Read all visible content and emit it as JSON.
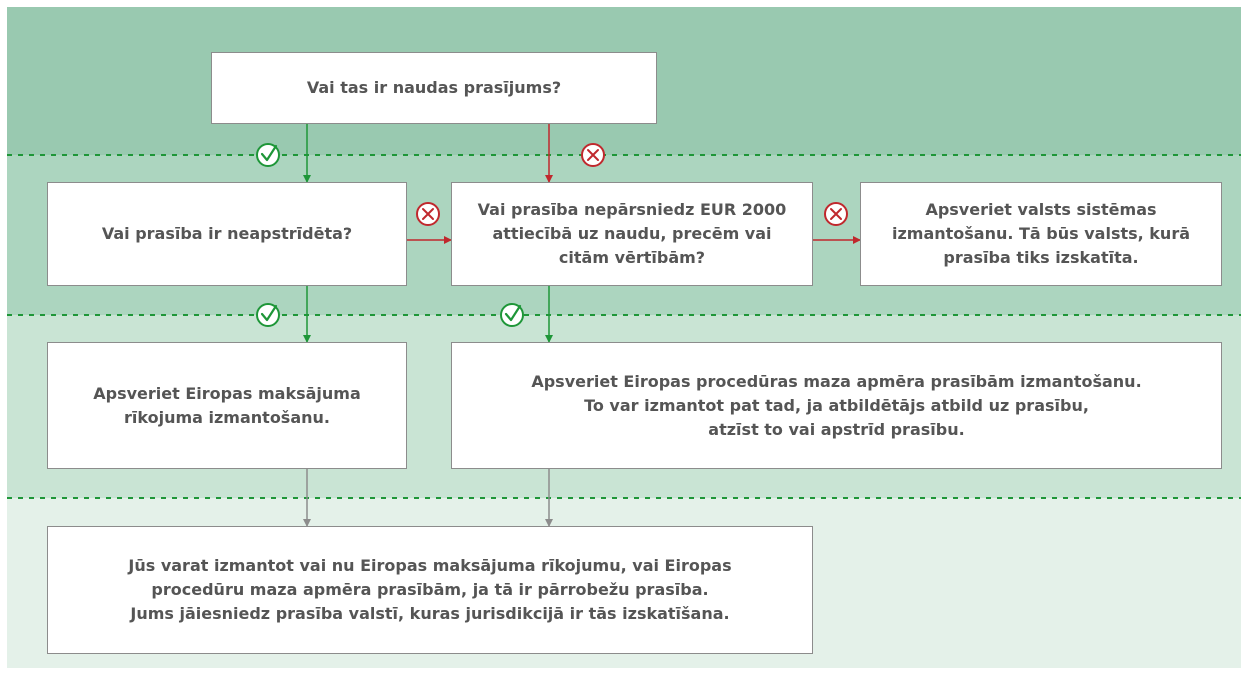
{
  "nodes": {
    "q1": "Vai tas ir naudas prasījums?",
    "q2": "Vai prasība ir neapstrīdēta?",
    "q3": "Vai prasība nepārsniedz EUR 2000\nattiecībā uz naudu, precēm vai\ncitām vērtībām?",
    "national": "Apsveriet valsts sistēmas\nizmantošanu. Tā būs valsts, kurā\nprasība tiks izskatīta.",
    "payment_order": "Apsveriet Eiropas maksājuma\nrīkojuma izmantošanu.",
    "small_claims": "Apsveriet Eiropas procedūras maza apmēra prasībām izmantošanu.\nTo var izmantot pat tad, ja atbildētājs atbild uz prasību,\natzīst to vai apstrīd prasību.",
    "final": "Jūs varat izmantot vai nu Eiropas maksājuma rīkojumu, vai Eiropas\nprocedūru maza apmēra prasībām, ja tā ir pārrobežu prasība.\nJums jāiesniedz prasība valstī, kuras jurisdikcijā ir tās izskatīšana."
  },
  "colors": {
    "yes": "#1e9638",
    "no": "#c0282d",
    "neutral": "#8c8c8c",
    "divider": "#1e9638"
  },
  "icons": {
    "yes": "check-circle-icon",
    "no": "x-circle-icon"
  }
}
